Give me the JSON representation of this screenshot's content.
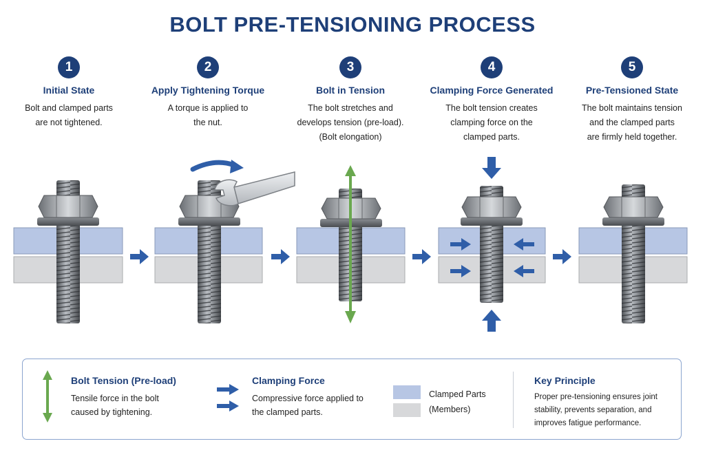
{
  "title": "BOLT PRE-TENSIONING PROCESS",
  "colors": {
    "navy": "#1e3f78",
    "arrow_blue": "#2f5ea8",
    "tension_green": "#6aa84f",
    "clamped_top": "#b7c6e4",
    "clamped_bottom": "#d7d8da"
  },
  "steps": [
    {
      "number": "1",
      "title": "Initial State",
      "lines": [
        "Bolt and clamped parts",
        "are not tightened."
      ]
    },
    {
      "number": "2",
      "title": "Apply Tightening Torque",
      "lines": [
        "A torque is applied to",
        "the nut."
      ]
    },
    {
      "number": "3",
      "title": "Bolt in Tension",
      "lines": [
        "The bolt stretches and",
        "develops tension (pre-load).",
        "(Bolt elongation)"
      ]
    },
    {
      "number": "4",
      "title": "Clamping Force Generated",
      "lines": [
        "The bolt tension creates",
        "clamping force on the",
        "clamped parts."
      ]
    },
    {
      "number": "5",
      "title": "Pre-Tensioned State",
      "lines": [
        "The bolt maintains tension",
        "and the clamped parts",
        "are firmly held together."
      ]
    }
  ],
  "legend": {
    "tension": {
      "title": "Bolt Tension (Pre-load)",
      "lines": [
        "Tensile force in the bolt",
        "caused by tightening."
      ],
      "icon": "double-arrow-vertical-icon"
    },
    "clamping": {
      "title": "Clamping Force",
      "lines": [
        "Compressive force applied to",
        "the clamped parts."
      ],
      "icon": "double-arrow-right-icon"
    },
    "parts": {
      "lines": [
        "Clamped Parts",
        "(Members)"
      ]
    },
    "principle": {
      "title": "Key Principle",
      "lines": [
        "Proper pre-tensioning ensures joint",
        "stability, prevents separation, and",
        "improves fatigue performance."
      ]
    }
  }
}
